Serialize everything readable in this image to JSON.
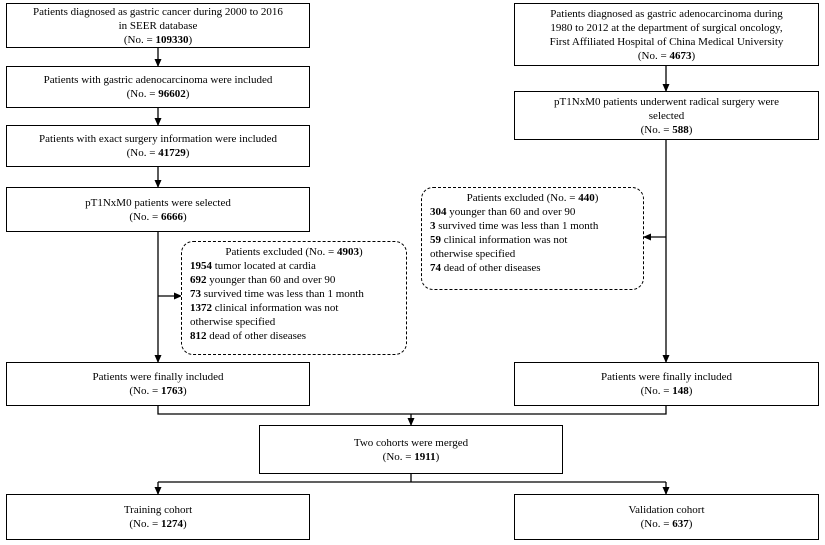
{
  "nodes": {
    "seer": {
      "lines": [
        "Patients diagnosed as gastric cancer during 2000 to 2016",
        "in SEER database"
      ],
      "count_prefix": "(No. = ",
      "count": "109330",
      "count_suffix": ")"
    },
    "adeno": {
      "lines": [
        "Patients with gastric adenocarcinoma were included"
      ],
      "count_prefix": "(No. = ",
      "count": "96602",
      "count_suffix": ")"
    },
    "surgery_info": {
      "lines": [
        "Patients with exact surgery information were included"
      ],
      "count_prefix": "(No. = ",
      "count": "41729",
      "count_suffix": ")"
    },
    "pt1_selected": {
      "lines": [
        "pT1NxM0 patients were selected"
      ],
      "count_prefix": "(No. = ",
      "count": "6666",
      "count_suffix": ")"
    },
    "seer_final": {
      "lines": [
        "Patients were finally included"
      ],
      "count_prefix": "(No. = ",
      "count": "1763",
      "count_suffix": ")"
    },
    "cmu": {
      "lines": [
        "Patients diagnosed as gastric adenocarcinoma during",
        "1980 to 2012 at the department of surgical oncology,",
        "First Affiliated Hospital of China Medical University"
      ],
      "count_prefix": "(No. = ",
      "count": "4673",
      "count_suffix": ")"
    },
    "cmu_radical": {
      "lines": [
        "pT1NxM0 patients underwent radical surgery were",
        "selected"
      ],
      "count_prefix": "(No. = ",
      "count": "588",
      "count_suffix": ")"
    },
    "cmu_final": {
      "lines": [
        "Patients were finally included"
      ],
      "count_prefix": "(No. = ",
      "count": "148",
      "count_suffix": ")"
    },
    "merged": {
      "lines": [
        "Two cohorts were merged"
      ],
      "count_prefix": "(No. = ",
      "count": "1911",
      "count_suffix": ")"
    },
    "training": {
      "lines": [
        "Training cohort"
      ],
      "count_prefix": "(No. = ",
      "count": "1274",
      "count_suffix": ")"
    },
    "validation": {
      "lines": [
        "Validation cohort"
      ],
      "count_prefix": "(No. = ",
      "count": "637",
      "count_suffix": ")"
    }
  },
  "exclusions": {
    "seer": {
      "head_prefix": "Patients excluded (No. = ",
      "head_count": "4903",
      "head_suffix": ")",
      "items": [
        {
          "n": "1954",
          "text": " tumor located at cardia"
        },
        {
          "n": "692",
          "text": " younger than 60 and over 90"
        },
        {
          "n": "73",
          "text": " survived time was less than 1 month"
        },
        {
          "n": "1372",
          "text": " clinical information was not"
        },
        {
          "n": "",
          "text": "otherwise specified"
        },
        {
          "n": "812",
          "text": " dead of other diseases"
        }
      ]
    },
    "cmu": {
      "head_prefix": "Patients excluded (No. = ",
      "head_count": "440",
      "head_suffix": ")",
      "items": [
        {
          "n": "304",
          "text": " younger than 60 and over 90"
        },
        {
          "n": "3",
          "text": " survived time was less than 1 month"
        },
        {
          "n": "59",
          "text": " clinical information was not"
        },
        {
          "n": "",
          "text": "otherwise specified"
        },
        {
          "n": "74",
          "text": " dead of other diseases"
        }
      ]
    }
  }
}
